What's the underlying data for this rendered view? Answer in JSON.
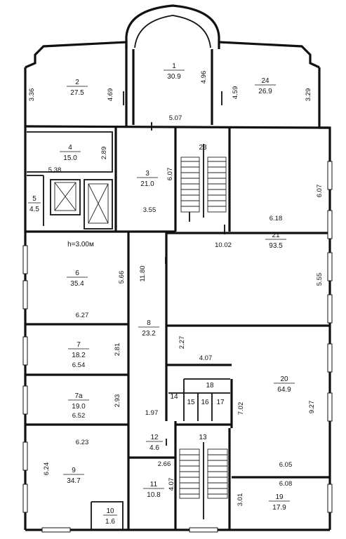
{
  "rooms": [
    {
      "id": "room-1",
      "num": "1",
      "area": "30.9"
    },
    {
      "id": "room-2",
      "num": "2",
      "area": "27.5"
    },
    {
      "id": "room-24",
      "num": "24",
      "area": "26.9"
    },
    {
      "id": "room-4",
      "num": "4",
      "area": "15.0"
    },
    {
      "id": "room-3",
      "num": "3",
      "area": "21.0"
    },
    {
      "id": "room-23",
      "num": "23",
      "area": ""
    },
    {
      "id": "room-5",
      "num": "5",
      "area": "4.5"
    },
    {
      "id": "room-21",
      "num": "21",
      "area": "93.5"
    },
    {
      "id": "room-6",
      "num": "6",
      "area": "35.4"
    },
    {
      "id": "room-8",
      "num": "8",
      "area": "23.2"
    },
    {
      "id": "room-7",
      "num": "7",
      "area": "18.2"
    },
    {
      "id": "room-20",
      "num": "20",
      "area": "64.9"
    },
    {
      "id": "room-7a",
      "num": "7а",
      "area": "19.0"
    },
    {
      "id": "room-18",
      "num": "18",
      "area": ""
    },
    {
      "id": "room-14",
      "num": "14",
      "area": ""
    },
    {
      "id": "room-15",
      "num": "15",
      "area": ""
    },
    {
      "id": "room-16",
      "num": "16",
      "area": ""
    },
    {
      "id": "room-17",
      "num": "17",
      "area": ""
    },
    {
      "id": "room-12",
      "num": "12",
      "area": "4.6"
    },
    {
      "id": "room-13",
      "num": "13",
      "area": ""
    },
    {
      "id": "room-9",
      "num": "9",
      "area": "34.7"
    },
    {
      "id": "room-11",
      "num": "11",
      "area": "10.8"
    },
    {
      "id": "room-19",
      "num": "19",
      "area": "17.9"
    },
    {
      "id": "room-10",
      "num": "10",
      "area": "1.6"
    }
  ],
  "dimensions": [
    "3.36",
    "4.69",
    "4.96",
    "4.59",
    "3.29",
    "5.07",
    "2.89",
    "5.38",
    "6.07",
    "3.55",
    "6.07",
    "6.18",
    "10.02",
    "5.66",
    "11.80",
    "5.55",
    "6.27",
    "2.81",
    "2.27",
    "6.54",
    "4.07",
    "2.93",
    "7.02",
    "9.27",
    "6.52",
    "1.97",
    "6.23",
    "2.66",
    "6.05",
    "6.24",
    "4.07",
    "6.08",
    "3.01"
  ],
  "ceiling_height": "h=3.00м"
}
